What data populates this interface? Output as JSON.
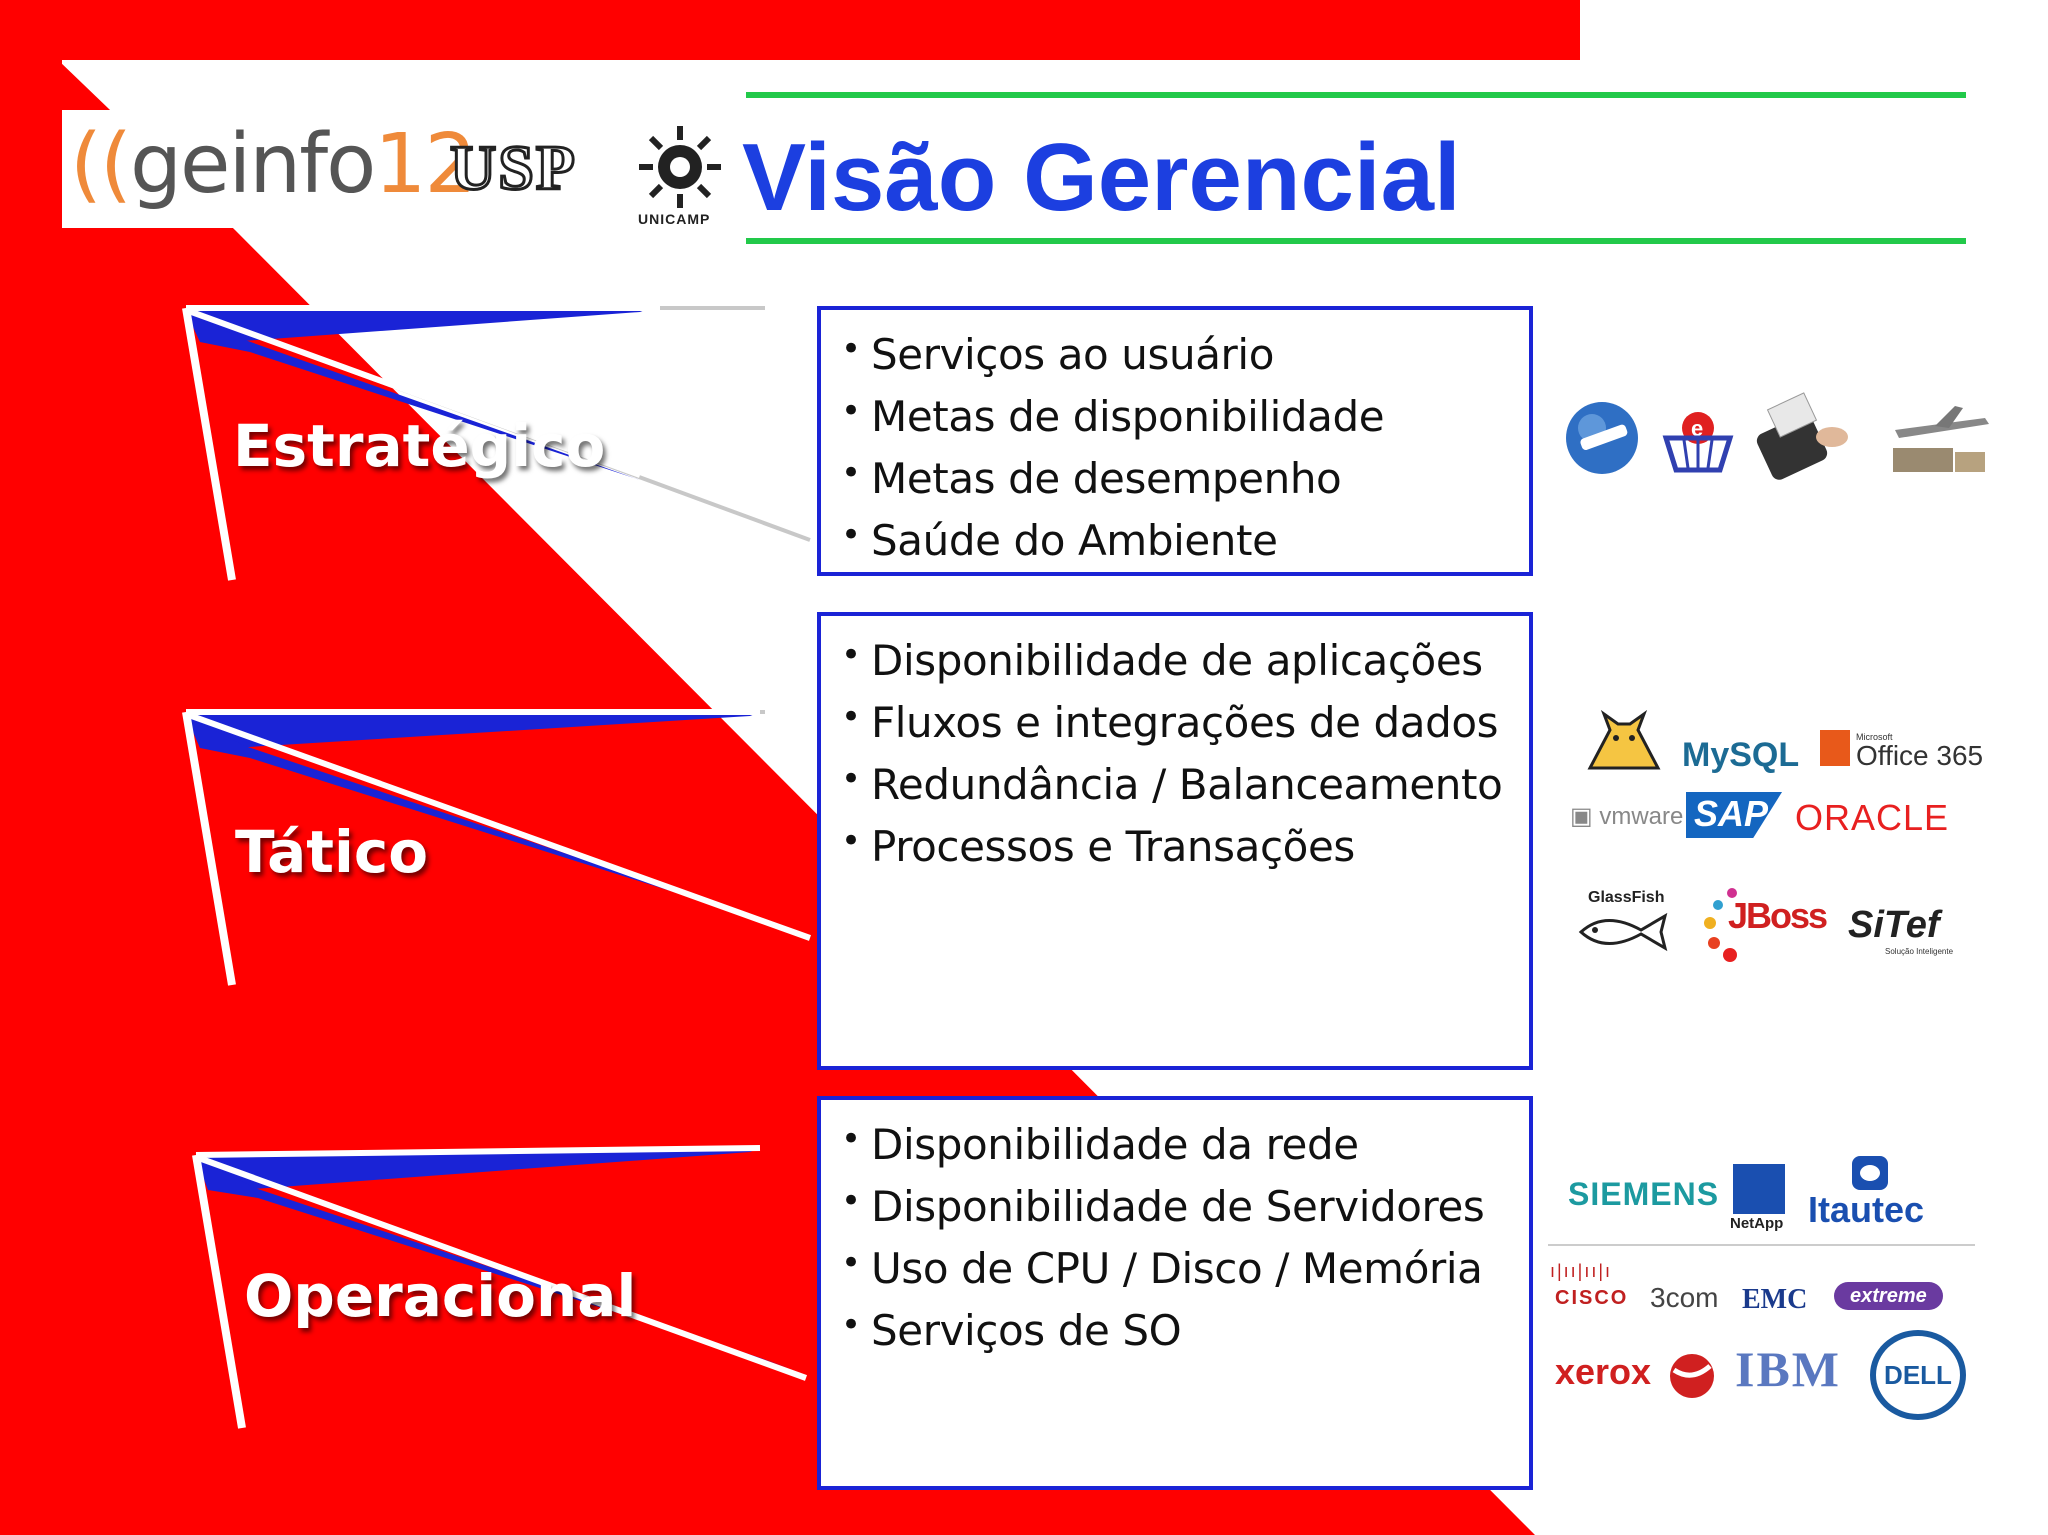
{
  "header": {
    "geinfo_text": "geinfo",
    "geinfo_num": "12",
    "usp_text": "USP",
    "unicamp_label": "UNICAMP",
    "title": "Visão Gerencial"
  },
  "levels": [
    {
      "label": "Estratégico",
      "items": [
        "Serviços ao usuário",
        "Metas de disponibilidade",
        "Metas de desempenho",
        "Saúde do Ambiente"
      ]
    },
    {
      "label": "Tático",
      "items": [
        "Disponibilidade de aplicações",
        "Fluxos e integrações de dados",
        "Redundância / Balanceamento",
        "Processos e Transações"
      ]
    },
    {
      "label": "Operacional",
      "items": [
        "Disponibilidade da rede",
        "Disponibilidade de Servidores",
        "Uso de CPU / Disco / Memória",
        "Serviços de SO"
      ]
    }
  ],
  "logos": {
    "strategic_icons": [
      "globe-ecommerce-icon",
      "shopping-basket-icon",
      "card-terminal-icon",
      "cargo-plane-icon"
    ],
    "tactic": {
      "tomcat": "tomcat-icon",
      "mysql": "MySQL",
      "office_small": "Microsoft",
      "office": "Office 365",
      "vmware": "vmware",
      "sap": "SAP",
      "oracle": "ORACLE",
      "glassfish": "GlassFish",
      "jboss": "JBoss",
      "sitef": "SiTef",
      "sitef_sub": "Solução Inteligente"
    },
    "operational": {
      "siemens": "SIEMENS",
      "netapp": "NetApp",
      "itautec": "Itautec",
      "cisco": "CISCO",
      "threecom": "3com",
      "emc": "EMC",
      "extreme": "extreme",
      "xerox": "xerox",
      "ibm": "IBM",
      "dell": "DELL"
    }
  },
  "colors": {
    "red": "#ff0000",
    "blue": "#1a23d6",
    "title_blue": "#1c3fe0",
    "green": "#22c94a"
  }
}
